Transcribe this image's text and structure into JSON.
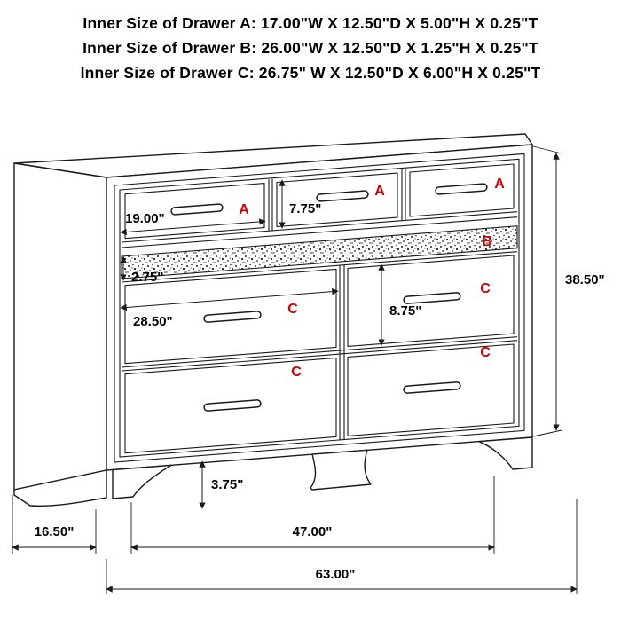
{
  "header": {
    "lines": [
      "Inner Size of Drawer A: 17.00\"W X 12.50\"D X 5.00\"H X 0.25\"T",
      "Inner Size of Drawer B: 26.00\"W X 12.50\"D X 1.25\"H X 0.25\"T",
      "Inner Size of Drawer C: 26.75\" W X 12.50\"D X 6.00\"H X 0.25\"T"
    ]
  },
  "drawer_letters": {
    "a": "A",
    "b": "B",
    "c": "C"
  },
  "dimensions": {
    "drawer_a_width": "19.00\"",
    "drawer_a_height": "7.75\"",
    "drawer_b_height": "2.75\"",
    "drawer_c_width": "28.50\"",
    "drawer_c_height": "8.75\"",
    "overall_height": "38.50\"",
    "base_height": "3.75\"",
    "side_depth": "16.50\"",
    "feet_span": "47.00\"",
    "overall_width": "63.00\""
  },
  "colors": {
    "drawer_letter": "#cc0000",
    "line": "#1a1a1a",
    "text": "#000000",
    "background": "#ffffff"
  }
}
